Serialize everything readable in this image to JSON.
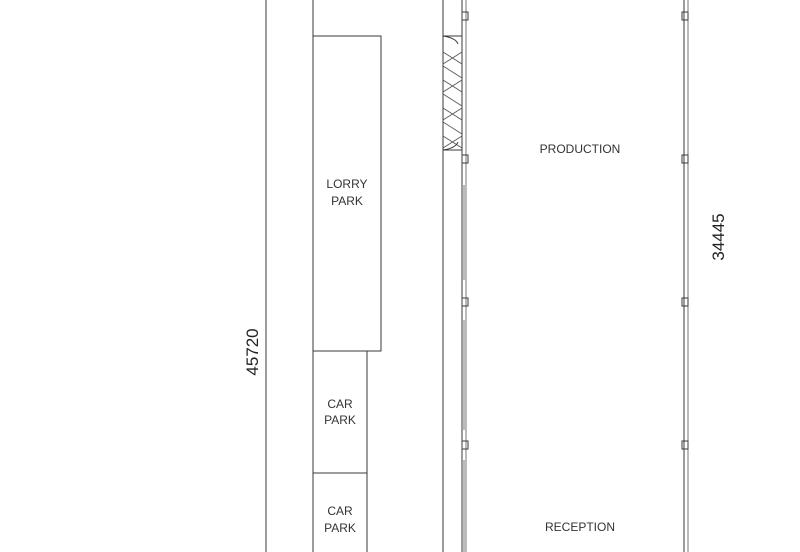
{
  "labels": {
    "production": "PRODUCTION",
    "reception": "RECEPTION",
    "lorry_park_line1": "LORRY",
    "lorry_park_line2": "PARK",
    "car_park_1_line1": "CAR",
    "car_park_1_line2": "PARK",
    "car_park_2_line1": "CAR",
    "car_park_2_line2": "PARK"
  },
  "dimensions": {
    "site_length": "45720",
    "building_length": "34445"
  }
}
